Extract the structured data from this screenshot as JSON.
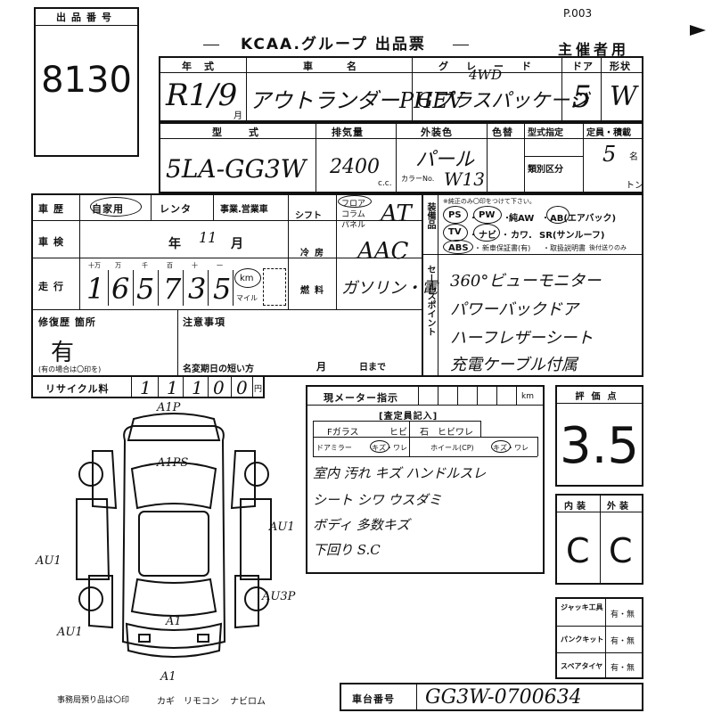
{
  "header": {
    "lot_label": "出品番号",
    "lot_number": "8130",
    "title": "KCAA.グループ 出品票",
    "page": "P.003",
    "organizer_label": "主催者用"
  },
  "vehicle": {
    "year_label": "年式",
    "year_value": "R1/9",
    "month_unit": "月",
    "name_label": "車名",
    "name_value": "アウトランダーPHEV",
    "grade_label": "グレード",
    "grade_value": "Gプラスパッケージ",
    "grade_note": "4WD",
    "doors_label": "ドア",
    "doors_value": "5",
    "shape_label": "形状",
    "shape_value": "W",
    "model_label": "型式",
    "model_value": "5LA-GG3W",
    "displacement_label": "排気量",
    "displacement_value": "2400",
    "displacement_unit": "c.c.",
    "exterior_color_label": "外装色",
    "exterior_color_value": "パール",
    "color_no_label": "カラーNo.",
    "color_no_value": "W13",
    "color_change_label": "色替",
    "type_designation_label": "型式指定",
    "class_label": "類別区分",
    "capacity_label": "定員・積載",
    "capacity_value": "5",
    "capacity_unit": "名",
    "load_unit": "トン"
  },
  "history": {
    "label": "車歴",
    "options": [
      "自家用",
      "レンタ",
      "事業.営業車"
    ]
  },
  "inspection": {
    "label": "車検",
    "year_unit": "年",
    "month_value": "11",
    "month_unit": "月"
  },
  "mileage": {
    "label": "走行",
    "digit_labels": [
      "十万",
      "万",
      "千",
      "百",
      "十",
      "一"
    ],
    "digits": [
      "1",
      "6",
      "5",
      "7",
      "3",
      "5"
    ],
    "unit_km": "km",
    "unit_mile": "マイル"
  },
  "shift": {
    "label": "シフト",
    "options": [
      "フロア",
      "コラム",
      "パネル"
    ],
    "value": "AT"
  },
  "ac": {
    "label": "冷房",
    "value": "AAC"
  },
  "fuel": {
    "label": "燃料",
    "value": "ガソリン・電"
  },
  "equipment": {
    "side_label": "装備品",
    "note": "※純正のみ〇印をつけて下さい。",
    "items": [
      "PS",
      "PW",
      "純AW",
      "AB(エアバック)",
      "TV",
      "ナビ",
      "カワ.",
      "SR(サンルーフ)",
      "ABS",
      "新車保証書(有)",
      "取扱説明書"
    ],
    "sep": "・",
    "warranty_note": "後付送りのみ"
  },
  "selling_points": {
    "side_label": "セールスポイント",
    "items": [
      "360°ビューモニター",
      "パワーバックドア",
      "ハーフレザーシート",
      "充電ケーブル付属"
    ]
  },
  "repair": {
    "label": "修復歴 箇所",
    "value": "有",
    "note": "(有の場合は〇印を)"
  },
  "notes": {
    "label": "注意事項",
    "short_term_label": "名変期日の短い方",
    "month_unit": "月",
    "day_unit": "日まで"
  },
  "recycle": {
    "label": "リサイクル料",
    "digits": [
      "1",
      "1",
      "1",
      "0",
      "0"
    ],
    "unit": "円"
  },
  "meter": {
    "label": "現メーター指示",
    "unit": "km"
  },
  "inspector": {
    "label": "[査定員記入]",
    "f_glass": "Fガラス",
    "f_glass_opts": "ヒビ",
    "f_glass_stone": "石",
    "f_glass_crack": "ヒビワレ",
    "mirror": "ドアミラー",
    "mirror_opts": "キズ・ワレ",
    "wheel": "ホイール(CP)",
    "wheel_opts": "キズ・ワレ",
    "lines": [
      "室内 汚れ キズ ハンドルスレ",
      "シート シワ ウスダミ",
      "ボディ 多数キズ",
      "下回り S.C"
    ]
  },
  "grade": {
    "label": "評価点",
    "value": "3.5",
    "interior_label": "内装",
    "exterior_label": "外装",
    "interior_value": "C",
    "exterior_value": "C"
  },
  "tools": {
    "jack_label": "ジャッキ工具",
    "puncture_label": "パンクキット",
    "spare_label": "スペアタイヤ",
    "option_text": "有・無"
  },
  "diagram": {
    "marks": [
      "A1P",
      "A1PS",
      "AU1",
      "AU1",
      "AU3P",
      "AU1",
      "A1",
      "A1"
    ]
  },
  "footer": {
    "office_note": "事務局預り品は〇印",
    "items": [
      "カギ",
      "リモコン",
      "ナビロム"
    ],
    "chassis_label": "車台番号",
    "chassis_value": "GG3W-0700634"
  }
}
